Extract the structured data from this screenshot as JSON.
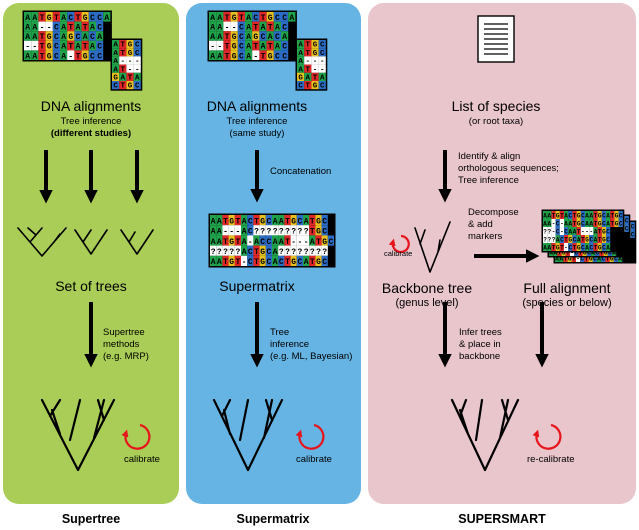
{
  "colors": {
    "panel_supertree": "#a9cd56",
    "panel_supermatrix": "#66b4e4",
    "panel_supersmart": "#e8c6cc",
    "nucleotide_A": "#1fa24a",
    "nucleotide_C": "#2b6cc4",
    "nucleotide_G": "#e6c01e",
    "nucleotide_T": "#e02626",
    "nucleotide_other": "#ffffff",
    "calibrate_arrow": "#e8141c"
  },
  "supertree": {
    "title": "DNA alignments",
    "sub1": "Tree inference",
    "sub2": "(different studies)",
    "trees_label": "Set of trees",
    "method": [
      "Supertree",
      "methods",
      "(e.g. MRP)"
    ],
    "calibrate": "calibrate",
    "footer": "Supertree",
    "alignment_rows": [
      "AATGTACTGCCA",
      "AA--CATATAC",
      "AATGCAGCACA",
      "--TGCATATAC",
      "AATGCA-TGCC"
    ],
    "back_rows": [
      "ATGC",
      "ATGC",
      "A---",
      "AT--",
      "GATA",
      "CTGC"
    ]
  },
  "supermatrix": {
    "title": "DNA alignments",
    "sub1": "Tree inference",
    "sub2": "(same study)",
    "concat": "Concatenation",
    "matrix_label": "Supermatrix",
    "method": [
      "Tree",
      "inference",
      "(e.g. ML, Bayesian)"
    ],
    "calibrate": "calibrate",
    "footer": "Supermatrix",
    "alignment_rows": [
      "AATGTACTGCCA",
      "AA--CATATAC",
      "AATGCAGCACA",
      "--TGCATATAC",
      "AATGCA-TGCC"
    ],
    "matrix_rows": [
      "AATGTACTGCAATGCATGC",
      "AA---AC?????????TGC",
      "AATGTA-ACCAAT---ATGC",
      "?????ACTGCA????????",
      "AATGT-CTGCACTGCATGC"
    ]
  },
  "supersmart": {
    "title": "List of species",
    "sub": "(or root taxa)",
    "identify": [
      "Identify & align",
      "orthologous sequences;",
      "Tree inference"
    ],
    "decompose": [
      "Decompose",
      "& add",
      "markers"
    ],
    "calibrate_small": "calibrate",
    "backbone_label": "Backbone tree",
    "backbone_sub": "(genus level)",
    "full_label": "Full alignment",
    "full_sub": "(species or below)",
    "infer": [
      "Infer trees",
      "& place in",
      "backbone"
    ],
    "recalibrate": "re-calibrate",
    "footer": "SUPERSMART",
    "full_rows": [
      "AATGTACTGCAATGCATGC",
      "AA-C-AATGCAATGCATGC",
      "??-C-CAAT---ATGC",
      "???ACTGCATGCATGC",
      "AATGT-CTGCACTGCA"
    ]
  }
}
